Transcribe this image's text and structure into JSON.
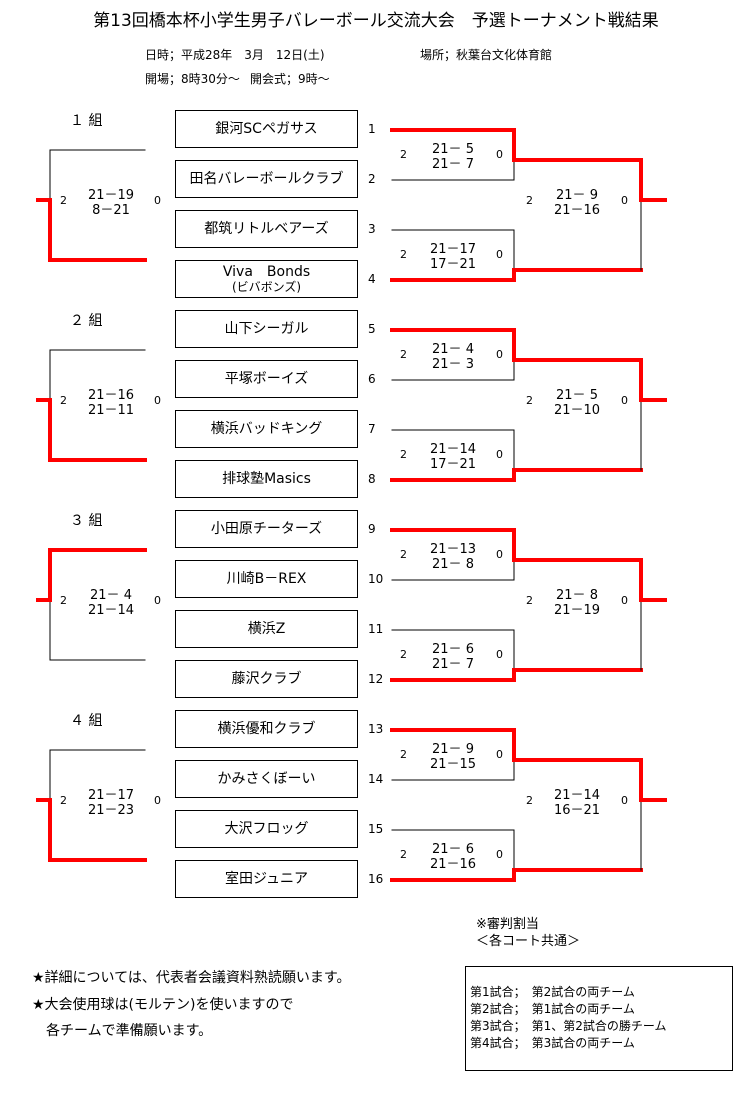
{
  "title": "第13回橋本杯小学生男子バレーボール交流大会　予選トーナメント戦結果",
  "info": {
    "date": "日時；平成28年　3月　12日(土)",
    "venue": "場所；秋葉台文化体育館",
    "open": "開場；8時30分～",
    "ceremony": "開会式；9時～"
  },
  "groups": [
    {
      "label": "１ 組",
      "teams": [
        {
          "num": "1",
          "name": "銀河SCペガサス"
        },
        {
          "num": "2",
          "name": "田名バレーボールクラブ"
        },
        {
          "num": "3",
          "name": "都筑リトルベアーズ"
        },
        {
          "num": "4",
          "name": "Viva　Bonds",
          "sub": "(ビバボンズ)"
        }
      ],
      "matches": [
        {
          "l": "2",
          "s1": "21－ 5",
          "s2": "21－ 7",
          "r": "0"
        },
        {
          "l": "2",
          "s1": "21－17",
          "s2": "17－21",
          "r": "0"
        }
      ],
      "semi": {
        "l": "2",
        "s1": "21－ 9",
        "s2": "21－16",
        "r": "0"
      },
      "left": {
        "l": "2",
        "s1": "21－19",
        "s2": "8－21",
        "r": "0"
      }
    },
    {
      "label": "２ 組",
      "teams": [
        {
          "num": "5",
          "name": "山下シーガル"
        },
        {
          "num": "6",
          "name": "平塚ボーイズ"
        },
        {
          "num": "7",
          "name": "横浜バッドキング"
        },
        {
          "num": "8",
          "name": "排球塾Masics"
        }
      ],
      "matches": [
        {
          "l": "2",
          "s1": "21－ 4",
          "s2": "21－ 3",
          "r": "0"
        },
        {
          "l": "2",
          "s1": "21－14",
          "s2": "17－21",
          "r": "0"
        }
      ],
      "semi": {
        "l": "2",
        "s1": "21－ 5",
        "s2": "21－10",
        "r": "0"
      },
      "left": {
        "l": "2",
        "s1": "21－16",
        "s2": "21－11",
        "r": "0"
      }
    },
    {
      "label": "３ 組",
      "teams": [
        {
          "num": "9",
          "name": "小田原チーターズ"
        },
        {
          "num": "10",
          "name": "川崎B－REX"
        },
        {
          "num": "11",
          "name": "横浜Z"
        },
        {
          "num": "12",
          "name": "藤沢クラブ"
        }
      ],
      "matches": [
        {
          "l": "2",
          "s1": "21－13",
          "s2": "21－ 8",
          "r": "0"
        },
        {
          "l": "2",
          "s1": "21－ 6",
          "s2": "21－ 7",
          "r": "0"
        }
      ],
      "semi": {
        "l": "2",
        "s1": "21－ 8",
        "s2": "21－19",
        "r": "0"
      },
      "left": {
        "l": "2",
        "s1": "21－ 4",
        "s2": "21－14",
        "r": "0"
      }
    },
    {
      "label": "４ 組",
      "teams": [
        {
          "num": "13",
          "name": "横浜優和クラブ"
        },
        {
          "num": "14",
          "name": "かみさくぼーい"
        },
        {
          "num": "15",
          "name": "大沢フロッグ"
        },
        {
          "num": "16",
          "name": "室田ジュニア"
        }
      ],
      "matches": [
        {
          "l": "2",
          "s1": "21－ 9",
          "s2": "21－15",
          "r": "0"
        },
        {
          "l": "2",
          "s1": "21－ 6",
          "s2": "21－16",
          "r": "0"
        }
      ],
      "semi": {
        "l": "2",
        "s1": "21－14",
        "s2": "16－21",
        "r": "0"
      },
      "left": {
        "l": "2",
        "s1": "21－17",
        "s2": "21－23",
        "r": "0"
      }
    }
  ],
  "notes": [
    "★詳細については、代表者会議資料熟読願います。",
    "★大会使用球は(モルテン)を使いますので",
    "　各チームで準備願います。"
  ],
  "referee": {
    "title": "※審判割当",
    "subtitle": "＜各コート共通＞",
    "rows": [
      "第1試合；　第2試合の両チーム",
      "第2試合；　第1試合の両チーム",
      "第3試合；　第1、第2試合の勝チーム",
      "第4試合；　第3試合の両チーム"
    ]
  },
  "colors": {
    "winner_line": "#ff0000",
    "line": "#000000"
  }
}
